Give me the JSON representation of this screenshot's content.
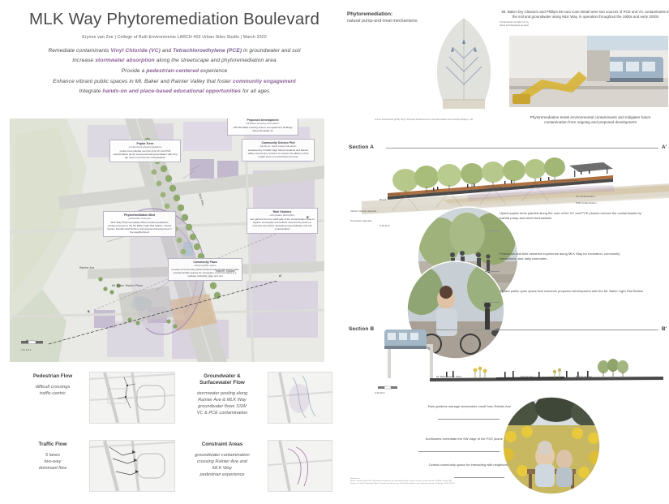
{
  "poster": {
    "title": "MLK Way Phytoremediation Boulevard",
    "credit": "Erynne van Zee | College of Built Environments LARCH 402 Urban Sites Studio | March 2020",
    "goals": [
      {
        "pre": "Remediate contaminants ",
        "hl1": "Vinyl Chloride (VC)",
        "mid": " and ",
        "hl2": "Tetrachloroethylene (PCE)",
        "post": " in groundwater and soil"
      },
      {
        "pre": "Increase ",
        "hl1": "stormwater absorption",
        "mid": "",
        "hl2": "",
        "post": " along the streetscape and phytoremediation area"
      },
      {
        "pre": "Provide a ",
        "hl1": "pedestrian-centered",
        "mid": "",
        "hl2": "",
        "post": " experience"
      },
      {
        "pre": "Enhance vibrant public spaces in Mt. Baker and Rainier Valley that foster ",
        "hl1": "community engagement",
        "mid": "",
        "hl2": "",
        "post": ""
      },
      {
        "pre": "Integrate ",
        "hl1": "hands-on and place-based educational opportunities",
        "mid": "",
        "hl2": "",
        "post": " for all ages"
      }
    ]
  },
  "siteplan": {
    "callouts": [
      {
        "id": "proposed-development",
        "title": "Proposed Development",
        "subtitle": "-Mt Baker Housing Association-",
        "body": "105 affordable housing units in two apartment buildings along McClellan St"
      },
      {
        "id": "poplar-trees",
        "title": "Poplar Trees",
        "subtitle": "-contaminant phytoremediation-",
        "body": "poplar trees planted over the core VC and PCE contamination plume pump-and-treat groundwater with long tap roots to remove the contamination"
      },
      {
        "id": "community-science-plot",
        "title": "Community Science Plot",
        "subtitle": "-hands-on, place-based education-",
        "body": "stewarded by Franklin High School students and Rainier Valley community members to monitor the efficacy of the poplar trees on contaminant removal"
      },
      {
        "id": "phytoremediation-blvd",
        "title": "Phytoremediation Blvd",
        "subtitle": "-pedestrian centered-",
        "body": "MLK Way Phytoremediation Blvd provides pedestrian centered access to the Mt. Baker Light Rail Station, Transit Center, Franklin High School, and proposed development in the neighborhood"
      },
      {
        "id": "rain-gardens",
        "title": "Rain Gardens",
        "subtitle": "-stormwater absorption-",
        "body": "rain gardens line the uphill side of the contamination area to capture stormwater and redirect it around the plume to minimize any further spreading of groundwater and soil contamination"
      },
      {
        "id": "community-plaza",
        "title": "Community Plaza",
        "subtitle": "-vibrant public space-",
        "body": "a series of community plazas located near central social nodes provide flexible spaces for connection, local commerce (i.e. markets, festivals), play, and rest"
      }
    ],
    "map_labels": [
      {
        "id": "mlk-way",
        "text": "MLK Way"
      },
      {
        "id": "rainier-ave",
        "text": "Rainier Ave"
      },
      {
        "id": "mt-baker-station-plaza",
        "text": "Mt. Baker Station Plaza"
      },
      {
        "id": "rainier-square",
        "text": "Rainier Square"
      },
      {
        "id": "mcclellan-st",
        "text": "McClellan St"
      }
    ],
    "section_markers": [
      {
        "id": "a",
        "text": "A"
      },
      {
        "id": "a-prime",
        "text": "A'"
      },
      {
        "id": "b",
        "text": "B"
      },
      {
        "id": "b-prime",
        "text": "B'"
      }
    ],
    "scale_label": "0   50   100 ft"
  },
  "analysis": [
    {
      "id": "pedestrian-flow",
      "title": "Pedestrian Flow",
      "body": "difficult crossings\ntraffic-centric"
    },
    {
      "id": "groundwater-surfacewater-flow",
      "title": "Groundwater &\nSurfacewater Flow",
      "body": "stormwater pooling along\nRainier Ave & MLK Way\ngroundwater flows SSW\nVC & PCE contamination"
    },
    {
      "id": "traffic-flow",
      "title": "Traffic Flow",
      "body": "5 lanes\ntwo-way\ndominant flow"
    },
    {
      "id": "constraint-areas",
      "title": "Constraint Areas",
      "body": "groundwater contamination\ncrossing Rainier Ave and\nMLK Way\npedestrian experience"
    }
  ],
  "right": {
    "phyto_heading": "Phytoremediation:",
    "phyto_subheading": "natural pump-and-treat mechanisms",
    "phyto_diagram_note": "Contaminants are taken up by\nplants and transpired as vapor",
    "phyto_source": "Kennen and Kirkwood (2015). Phyto: Principles and Resources for Site Remediation and Landscape Design, p. 48",
    "history_note": "Mt. Baker Dry Cleaners and Phillips 66 Auto Care Detail were two sources of PCE and VC contaminants in the soil and groundwater along MLK Way, in operation throughout the 1900s and early 2000s",
    "future_note": "Phytoremediation treats environmental contaminants and mitigates future\ncontamination from ongoing and proposed development",
    "section_a": {
      "label": "Section A",
      "prime": "A'",
      "strata": [
        "fill soil",
        "Vashon Glacier deposits",
        "Pre-Fraser deposits"
      ],
      "plume_labels": [
        "VC contamination",
        "PCE contamination"
      ],
      "inline_labels": [
        "Rainier Ave",
        "rain garden",
        "MLK Way Plaza",
        "community gathering space"
      ],
      "scale": "0        20        40 ft",
      "annotations": [
        "Hybrid poplar trees planted along the core of the VC and PCE plumes remove the contaminants by natural pump-and-treat mechanisms",
        "Pedestrian and bike-centered experience along MLK Way for recreation, community interactions, and daily commutes",
        "Vibrant public open space that connects proposed development with the Mt. Baker Light Rail Station"
      ]
    },
    "section_b": {
      "label": "Section B",
      "prime": "B'",
      "inline_labels": [
        "Mt. Baker Station Plaza",
        "Rainier Ave",
        "Rainier Square"
      ],
      "scale": "0    20    40 ft",
      "annotations": [
        "Rain gardens manage stormwater runoff from Rainier Ave",
        "Sunflowers remediate the SW edge of the PCE plume",
        "Central community space for interacting with neighbors"
      ]
    },
    "references": "References:\nHistoric Seattle, Site (2019). Remedial Investigation and Feasibility Study, Tacoma Crossing, Puget Sounds, USEPA, Seattle, WA.\nKennen, K. and N. Kirkwood. Phyto: Principles and Resources for Site Remediation and Landscape Design. Routledge, 2015. 00-121"
  },
  "colors": {
    "accent_purple": "#8d5f96",
    "plume_purple": "#9b7fb0",
    "vegetation_green": "#8faa6d",
    "water_blue": "#9dc3d4",
    "building_lavender": "#c3b9cf",
    "road_gray": "#cfcfcb",
    "plan_base": "#e9e9e6",
    "soil_tan": "#cbb48c"
  }
}
